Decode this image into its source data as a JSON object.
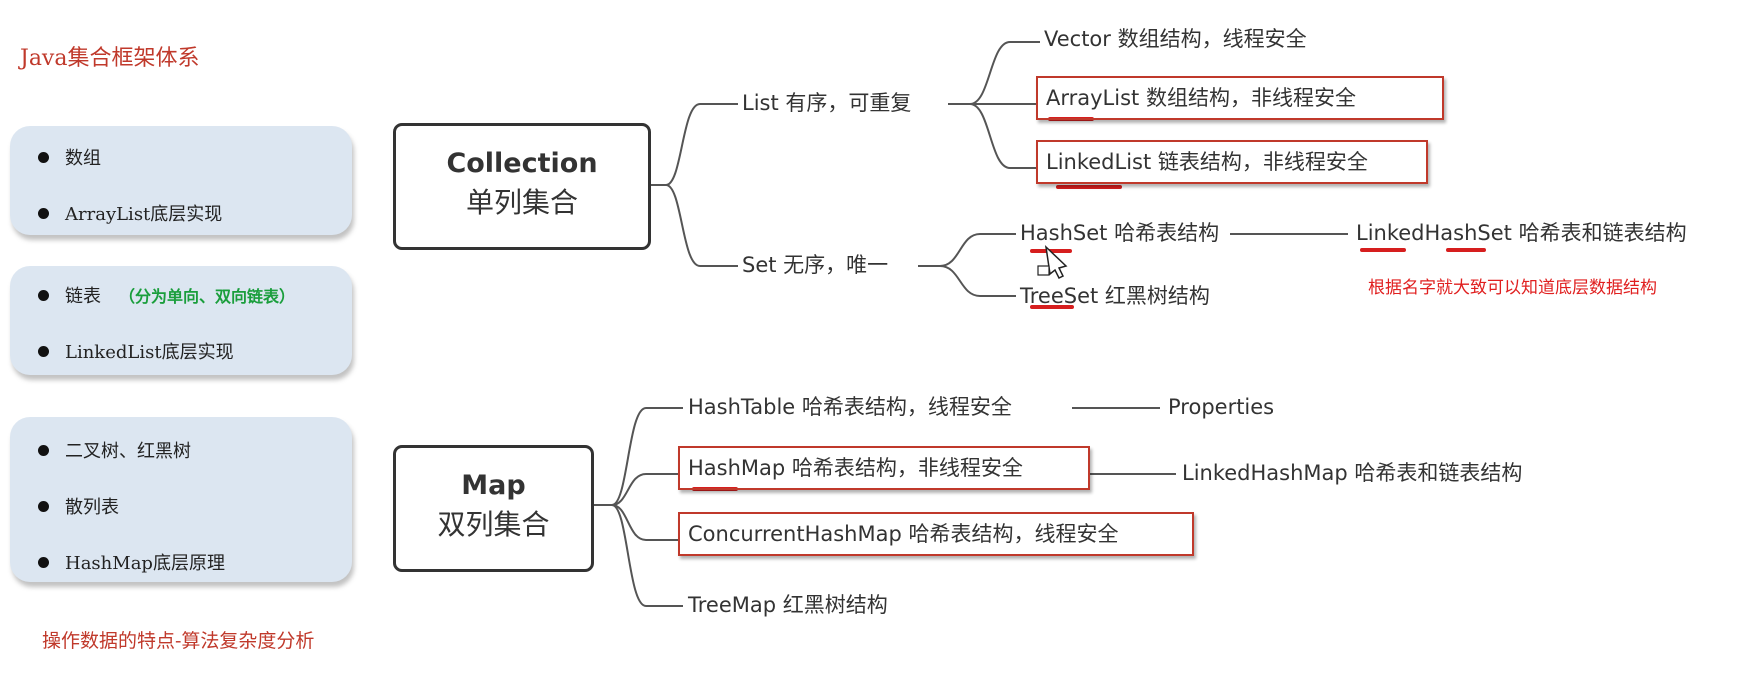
{
  "slide_title": "Java集合框架体系",
  "panels": [
    {
      "items": [
        {
          "text": "数组"
        },
        {
          "text": "ArrayList底层实现"
        }
      ]
    },
    {
      "items": [
        {
          "text": "链表",
          "note": "（分为单向、双向链表）"
        },
        {
          "text": "LinkedList底层实现"
        }
      ]
    },
    {
      "items": [
        {
          "text": "二叉树、红黑树"
        },
        {
          "text": "散列表"
        },
        {
          "text": "HashMap底层原理"
        }
      ]
    }
  ],
  "footnote": "操作数据的特点-算法复杂度分析",
  "collection": {
    "title_en": "Collection",
    "title_zh": "单列集合",
    "list": {
      "label": "List  有序，可重复",
      "children": [
        {
          "label": "Vector  数组结构，线程安全",
          "highlighted": false
        },
        {
          "label": "ArrayList  数组结构，非线程安全",
          "highlighted": true
        },
        {
          "label": "LinkedList  链表结构，非线程安全",
          "highlighted": true
        }
      ]
    },
    "set": {
      "label": "Set  无序，唯一",
      "children": [
        {
          "label": "HashSet  哈希表结构",
          "next": "LinkedHashSet  哈希表和链表结构"
        },
        {
          "label": "TreeSet  红黑树结构"
        }
      ]
    },
    "red_note": "根据名字就大致可以知道底层数据结构"
  },
  "map": {
    "title_en": "Map",
    "title_zh": "双列集合",
    "children": [
      {
        "label": "HashTable  哈希表结构，线程安全",
        "next": "Properties",
        "highlighted": false
      },
      {
        "label": "HashMap  哈希表结构，非线程安全",
        "next": "LinkedHashMap  哈希表和链表结构",
        "highlighted": true
      },
      {
        "label": "ConcurrentHashMap  哈希表结构，线程安全",
        "highlighted": true
      },
      {
        "label": "TreeMap   红黑树结构",
        "highlighted": false
      }
    ]
  },
  "colors": {
    "accent_red": "#c0392b",
    "note_green": "#1a9e3c",
    "panel_blue": "#dce6f1",
    "line": "#555555"
  }
}
